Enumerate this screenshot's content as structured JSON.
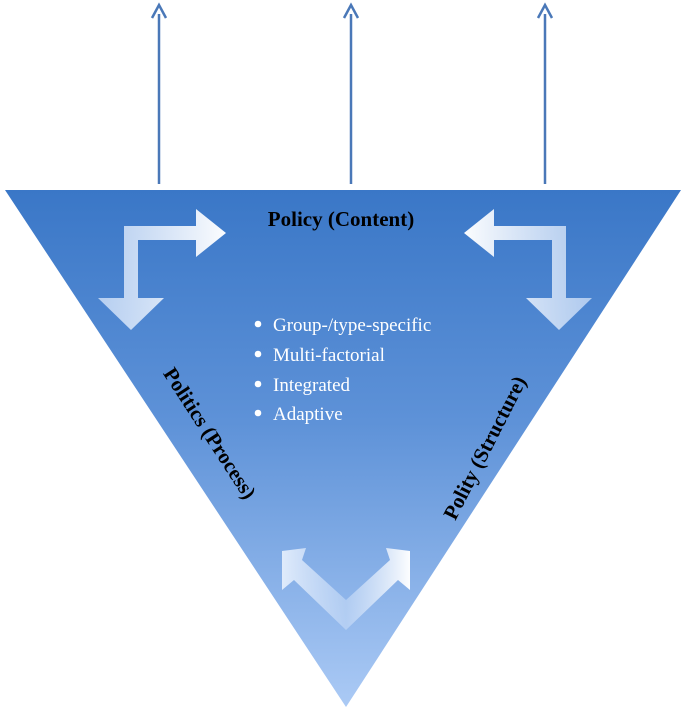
{
  "labels": {
    "top": "Policy (Content)",
    "left": "Politics (Process)",
    "right": "Polity (Structure)"
  },
  "bullets": [
    "Group-/type-specific",
    "Multi-factorial",
    "Integrated",
    "Adaptive"
  ],
  "colors": {
    "triangle_top": "#3a77c7",
    "triangle_bottom": "#a9c8f4",
    "arrow_line": "#4a78b8"
  }
}
